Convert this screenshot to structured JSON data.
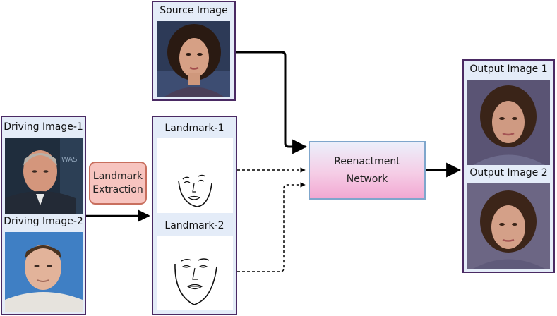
{
  "source": {
    "title": "Source Image"
  },
  "driving": {
    "title_1": "Driving Image-1",
    "title_2": "Driving Image-2"
  },
  "landmark_panel": {
    "title_1": "Landmark-1",
    "title_2": "Landmark-2"
  },
  "extraction": {
    "line_1": "Landmark",
    "line_2": "Extraction"
  },
  "network": {
    "line_1": "Reenactment",
    "line_2": "Network"
  },
  "output": {
    "title_1": "Output Image 1",
    "title_2": "Output Image 2"
  },
  "colors": {
    "panel_fill": "#e4ecf8",
    "panel_border": "#4a2a63",
    "extraction_fill": "#f7c4bf",
    "extraction_border": "#c86f5e",
    "network_border": "#7fa6cc",
    "network_gradient_bottom": "#f2a8d2"
  }
}
